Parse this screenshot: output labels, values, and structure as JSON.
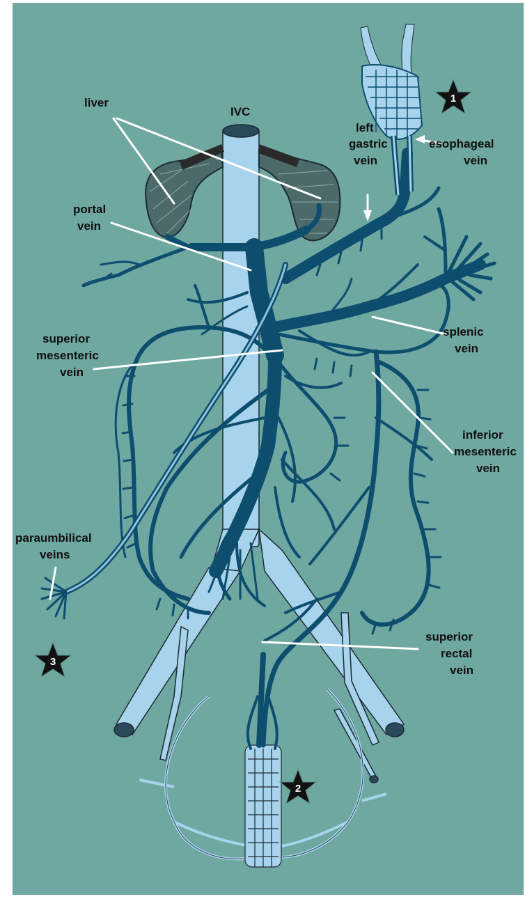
{
  "diagram": {
    "labels": {
      "liver": "liver",
      "ivc": "IVC",
      "left_gastric": [
        "left",
        "gastric",
        "vein"
      ],
      "esophageal": [
        "esophageal",
        "vein"
      ],
      "portal": [
        "portal",
        "vein"
      ],
      "splenic": [
        "splenic",
        "vein"
      ],
      "superior_mesenteric": [
        "superior",
        "mesenteric",
        "vein"
      ],
      "inferior_mesenteric": [
        "inferior",
        "mesenteric",
        "vein"
      ],
      "paraumbilical": [
        "paraumbilical",
        "veins"
      ],
      "superior_rectal": [
        "superior",
        "rectal",
        "vein"
      ]
    },
    "markers": [
      "1",
      "2",
      "3"
    ]
  },
  "colors": {
    "background": "#6fa7a1",
    "portal_system": "#0d4d6e",
    "systemic_veins": "#a7d3ec",
    "outline": "#1d2a33",
    "label_lines": "#ffffff",
    "liver_tissue": "#2d2d2d"
  }
}
